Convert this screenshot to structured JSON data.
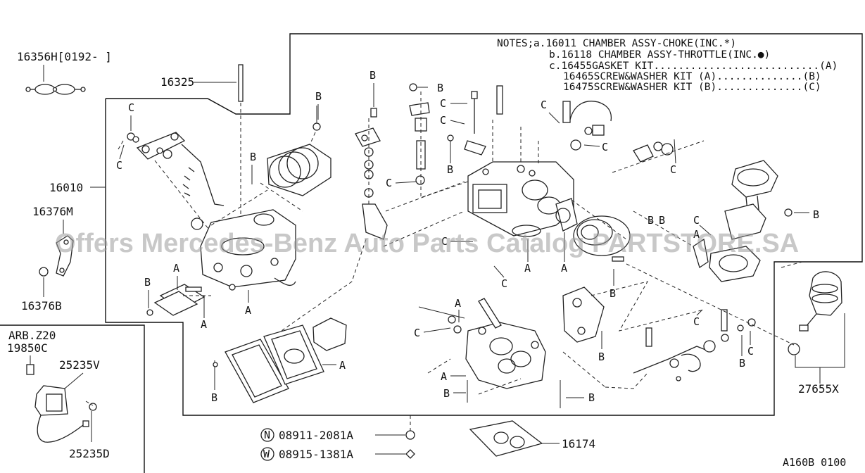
{
  "notes": {
    "header": "NOTES;",
    "lines": [
      "a.16011 CHAMBER ASSY-CHOKE(INC.*)",
      "b.16118 CHAMBER ASSY-THROTTLE(INC.●)",
      "c.16455GASKET KIT...........................(A)",
      "16465SCREW&WASHER KIT (A)..............(B)",
      "16475SCREW&WASHER KIT (B)..............(C)"
    ]
  },
  "part_numbers": {
    "p16356H": "16356H[0192-  ]",
    "p16325": "16325",
    "p16010": "16010",
    "p16376M": "16376M",
    "p16376B": "16376B",
    "p27655X": "27655X",
    "p16174": "16174",
    "p19850C": "19850C",
    "p25235V": "25235V",
    "p25235D": "25235D"
  },
  "inset": {
    "title": "ARB.Z20"
  },
  "callouts": {
    "a": "A",
    "b": "B",
    "c": "C"
  },
  "fasteners": [
    {
      "symbol": "N",
      "number": "08911-2081A"
    },
    {
      "symbol": "W",
      "number": "08915-1381A"
    }
  ],
  "diagram_code": "A160B 0100",
  "watermark": "Offers Mercedes-Benz Auto Parts Catalog PARTSTORE.SA"
}
